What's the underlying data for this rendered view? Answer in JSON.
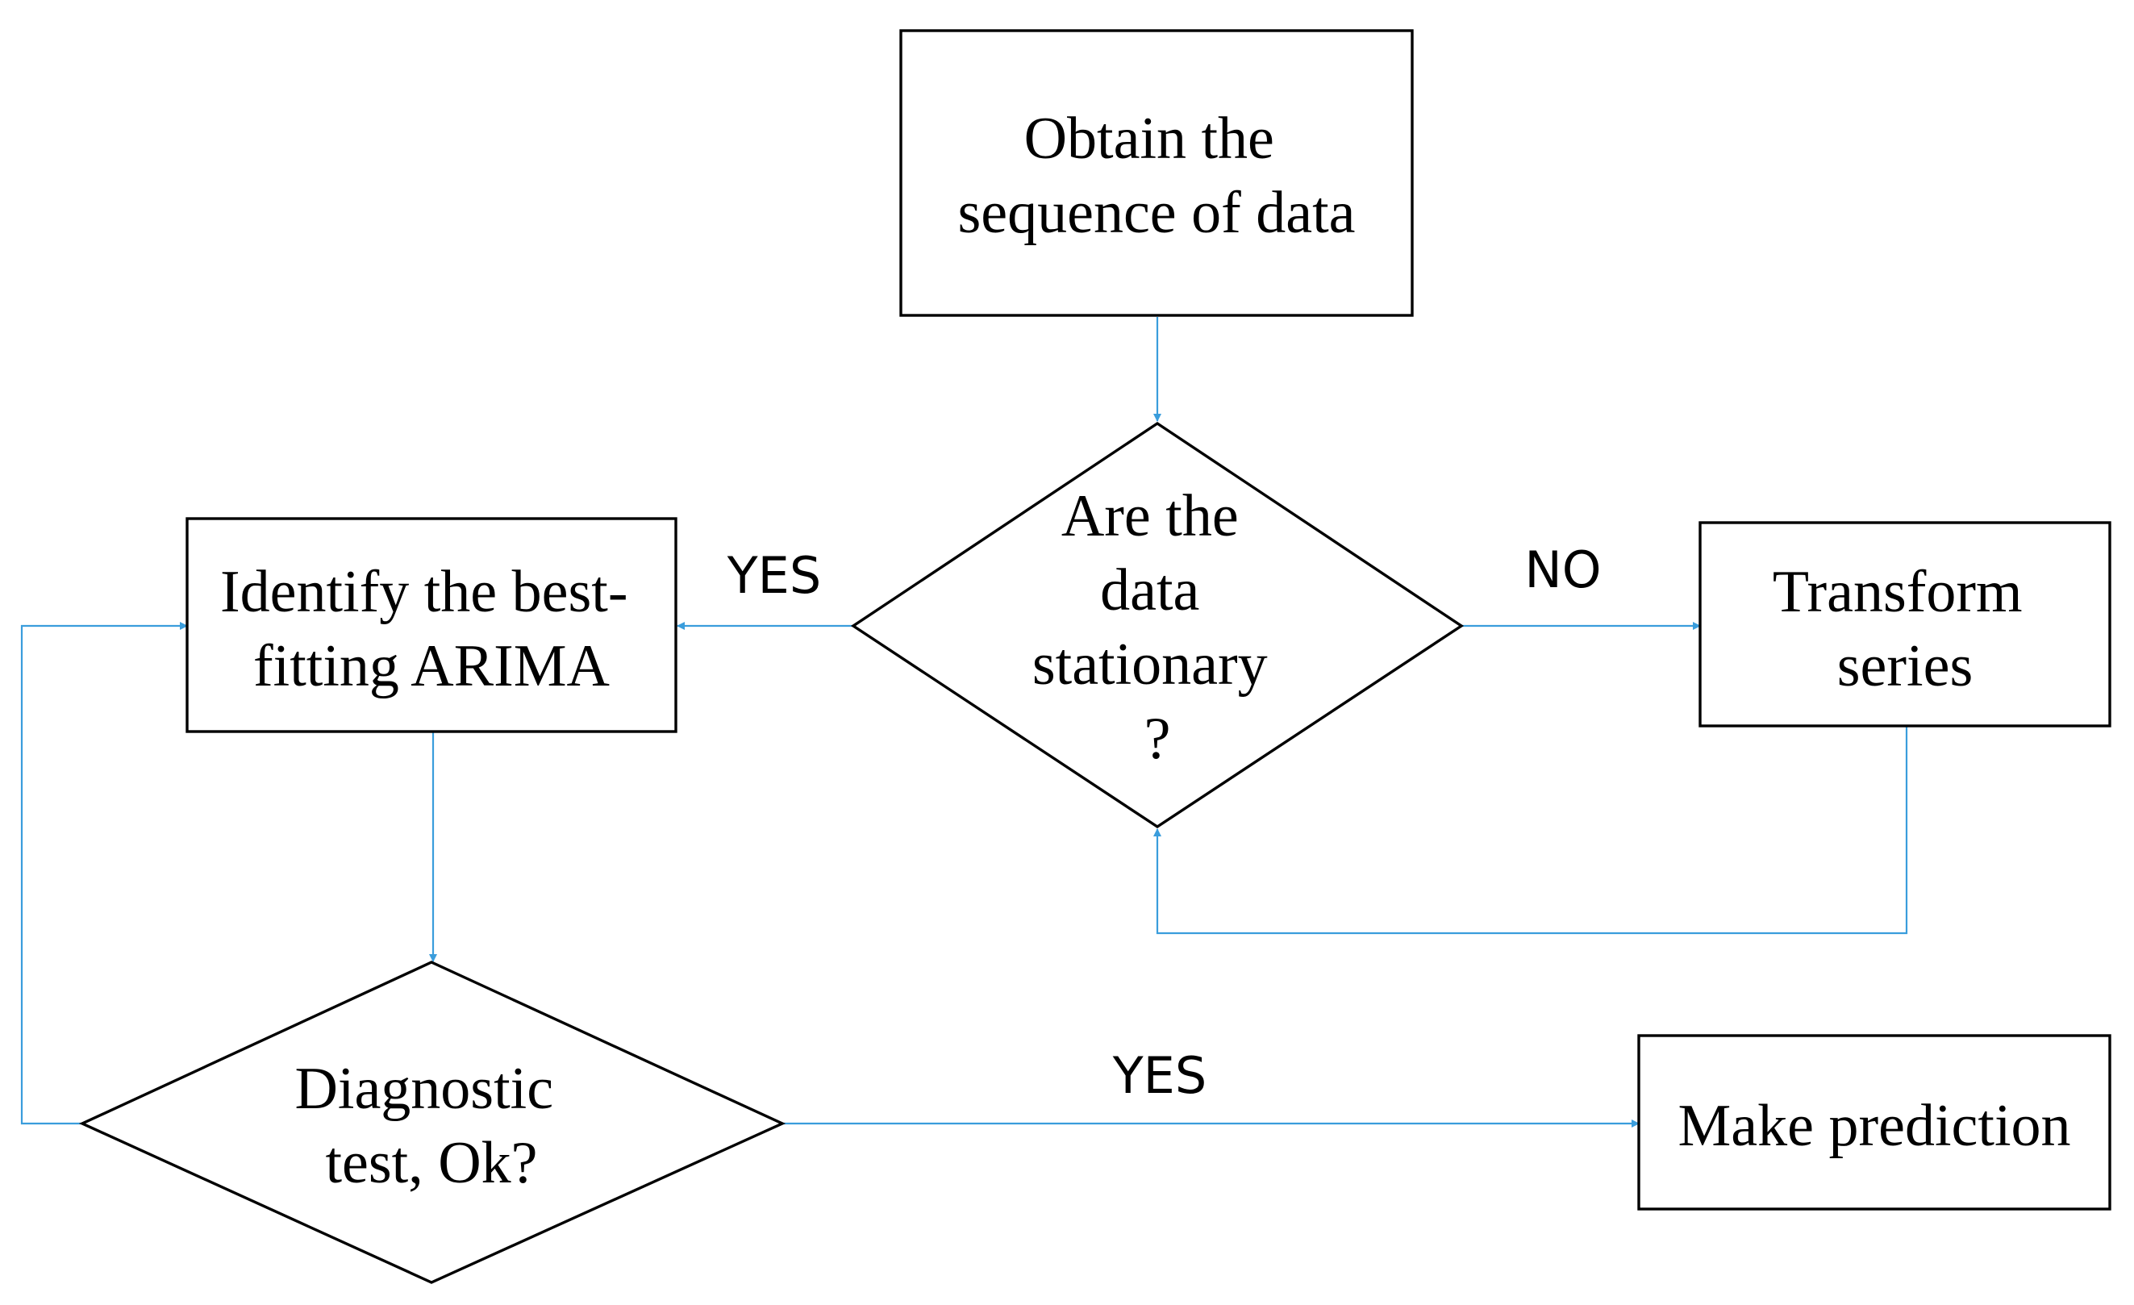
{
  "colors": {
    "arrow": "#3a9ddc",
    "shape_stroke": "#000000",
    "background": "#ffffff"
  },
  "nodes": {
    "obtain": {
      "lines": [
        "Obtain the",
        "sequence of data"
      ]
    },
    "stationary": {
      "lines": [
        "Are the",
        "data",
        "stationary",
        "?"
      ]
    },
    "identify": {
      "lines": [
        "Identify the best-",
        "fitting ARIMA"
      ]
    },
    "transform": {
      "lines": [
        "Transform",
        "series"
      ]
    },
    "diagnostic": {
      "lines": [
        "Diagnostic",
        "test, Ok?"
      ]
    },
    "predict": {
      "lines": [
        "Make prediction"
      ]
    }
  },
  "edge_labels": {
    "stationary_yes": "YES",
    "stationary_no": "NO",
    "diagnostic_yes": "YES"
  }
}
